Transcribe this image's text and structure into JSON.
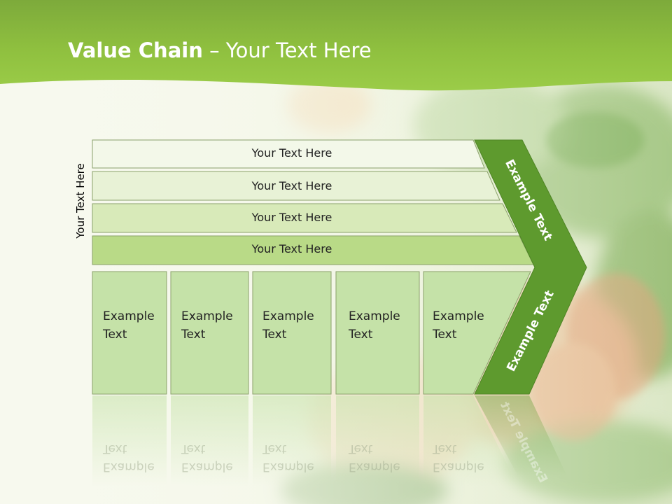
{
  "slide": {
    "title_bold": "Value Chain",
    "title_rest": " – Your Text Here",
    "side_label": "Your Text Here"
  },
  "rows": [
    {
      "label": "Your Text Here"
    },
    {
      "label": "Your Text Here"
    },
    {
      "label": "Your Text Here"
    },
    {
      "label": "Your Text Here"
    }
  ],
  "boxes": [
    {
      "line1": "Example",
      "line2": "Text"
    },
    {
      "line1": "Example",
      "line2": "Text"
    },
    {
      "line1": "Example",
      "line2": "Text"
    },
    {
      "line1": "Example",
      "line2": "Text"
    },
    {
      "line1": "Example",
      "line2": "Text"
    }
  ],
  "chevron": {
    "upper_label": "Example Text",
    "lower_label": "Example Text"
  },
  "colors": {
    "header_green": "#8cbf3a",
    "chevron_green": "#5e9a2e",
    "row_fills": [
      "#f3f8e9",
      "#e8f2d6",
      "#d8eab9",
      "#b9da87"
    ],
    "box_fill": "#c5e2a8"
  }
}
